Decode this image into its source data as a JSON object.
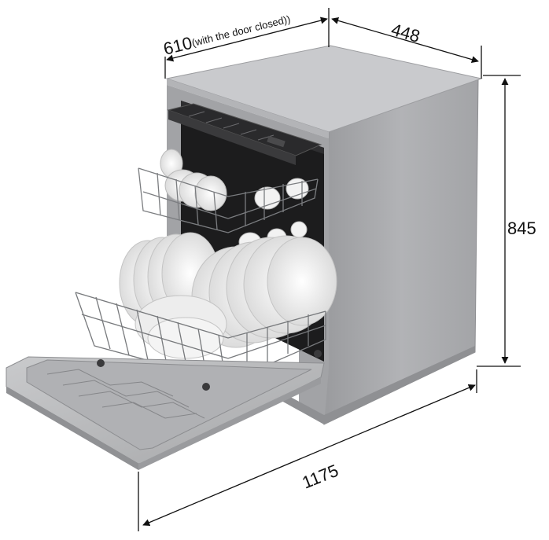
{
  "dimensions": {
    "depth": {
      "value": "610",
      "note": "(with the door closed))"
    },
    "width": {
      "value": "448"
    },
    "height": {
      "value": "845"
    },
    "open_depth": {
      "value": "1175"
    }
  },
  "colors": {
    "background": "#ffffff",
    "body_side": "#a9aaad",
    "body_top": "#c7c8cb",
    "interior": "#1b1b1c",
    "door": "#b9babc",
    "racks": "#7b7d80",
    "dishes": "#f3f3f3",
    "dimension_lines": "#111111"
  }
}
